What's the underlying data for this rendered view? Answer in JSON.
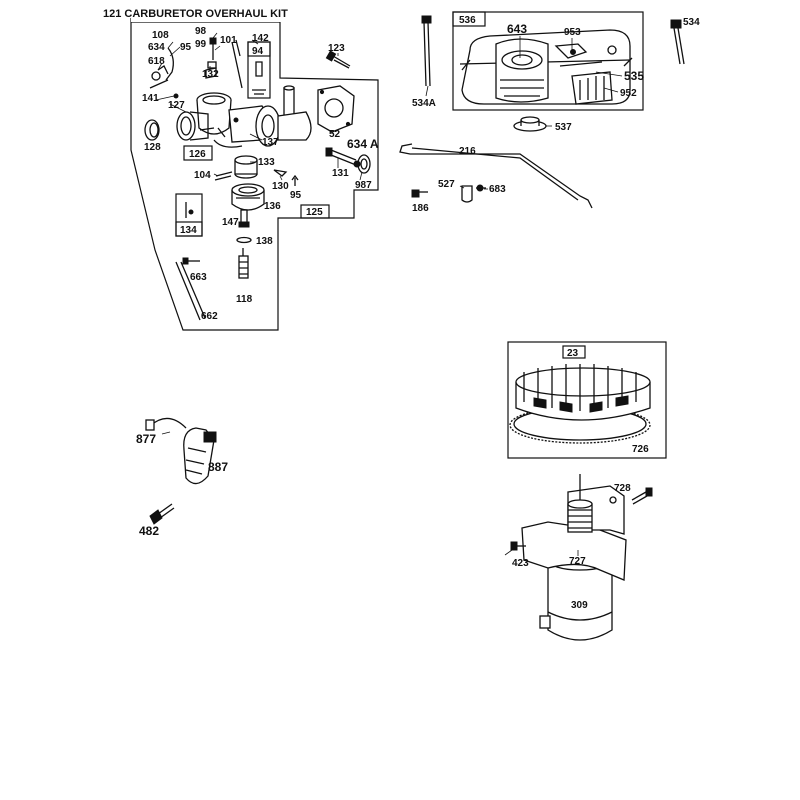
{
  "title": "121 CARBURETOR OVERHAUL KIT",
  "labels": {
    "p108": "108",
    "p634": "634",
    "p618": "618",
    "p95a": "95",
    "p98": "98",
    "p99": "99",
    "p101": "101",
    "p142": "142",
    "p94": "94",
    "p132": "132",
    "p141": "141",
    "p127": "127",
    "p128": "128",
    "p126": "126",
    "p137": "137",
    "p133": "133",
    "p104": "104",
    "p130": "130",
    "p95b": "95",
    "p136": "136",
    "p134": "134",
    "p147": "147",
    "p138": "138",
    "p663": "663",
    "p118": "118",
    "p662": "662",
    "p123": "123",
    "p52": "52",
    "p634a": "634 A",
    "p131": "131",
    "p987": "987",
    "p125": "125",
    "p534a": "534A",
    "p536": "536",
    "p643": "643",
    "p953": "953",
    "p534": "534",
    "p535": "535",
    "p952": "952",
    "p537": "537",
    "p216": "216",
    "p527": "527",
    "p683": "683",
    "p186": "186",
    "p23": "23",
    "p726": "726",
    "p877": "877",
    "p887": "887",
    "p482": "482",
    "p728": "728",
    "p727": "727",
    "p423": "423",
    "p309": "309"
  }
}
